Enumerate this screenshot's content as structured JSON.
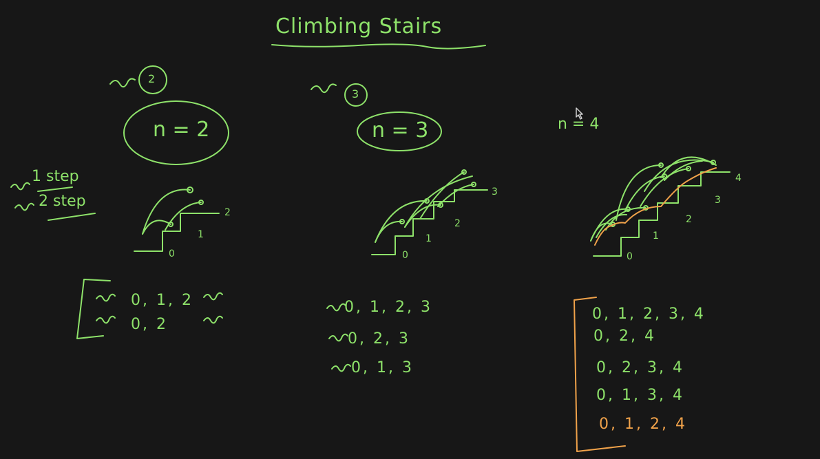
{
  "title": "Climbing Stairs",
  "ways_circle_n2": "2",
  "ways_circle_n3": "3",
  "n_labels": [
    "n = 2",
    "n = 3",
    "n = 4"
  ],
  "step_options": [
    "1 step",
    "2 step"
  ],
  "stair_labels_n2": [
    "0",
    "1",
    "2"
  ],
  "stair_labels_n3": [
    "0",
    "1",
    "2",
    "3"
  ],
  "stair_labels_n4": [
    "0",
    "1",
    "2",
    "3",
    "4"
  ],
  "paths_n2": [
    "0, 1, 2",
    "0, 2"
  ],
  "paths_n3": [
    "0, 1, 2, 3",
    "0, 2, 3",
    "0, 1, 3"
  ],
  "paths_n4": [
    "0, 1, 2, 3, 4",
    "0, 2, 4",
    "0, 2, 3, 4",
    "0, 1, 3, 4",
    "0, 1, 2, 4"
  ],
  "colors": {
    "background": "#171717",
    "ink_green": "#8ee26a",
    "ink_orange": "#f0a24a"
  }
}
